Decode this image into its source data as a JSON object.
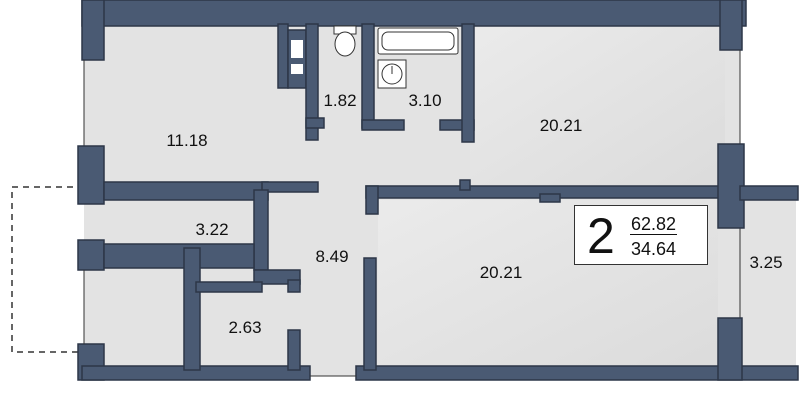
{
  "rooms": [
    {
      "id": "living-left",
      "area": "11.18"
    },
    {
      "id": "toilet",
      "area": "1.82"
    },
    {
      "id": "bathroom",
      "area": "3.10"
    },
    {
      "id": "kitchen",
      "area": "20.21"
    },
    {
      "id": "closet",
      "area": "3.22"
    },
    {
      "id": "hall",
      "area": "8.49"
    },
    {
      "id": "bedroom",
      "area": "20.21"
    },
    {
      "id": "storage",
      "area": "2.63"
    },
    {
      "id": "balcony",
      "area": "3.25"
    }
  ],
  "summary": {
    "rooms": "2",
    "total_area": "62.82",
    "living_area": "34.64"
  },
  "colors": {
    "wall": "#4a5a73",
    "floor": "#e3e3e3",
    "fixture": "#ffffff"
  }
}
